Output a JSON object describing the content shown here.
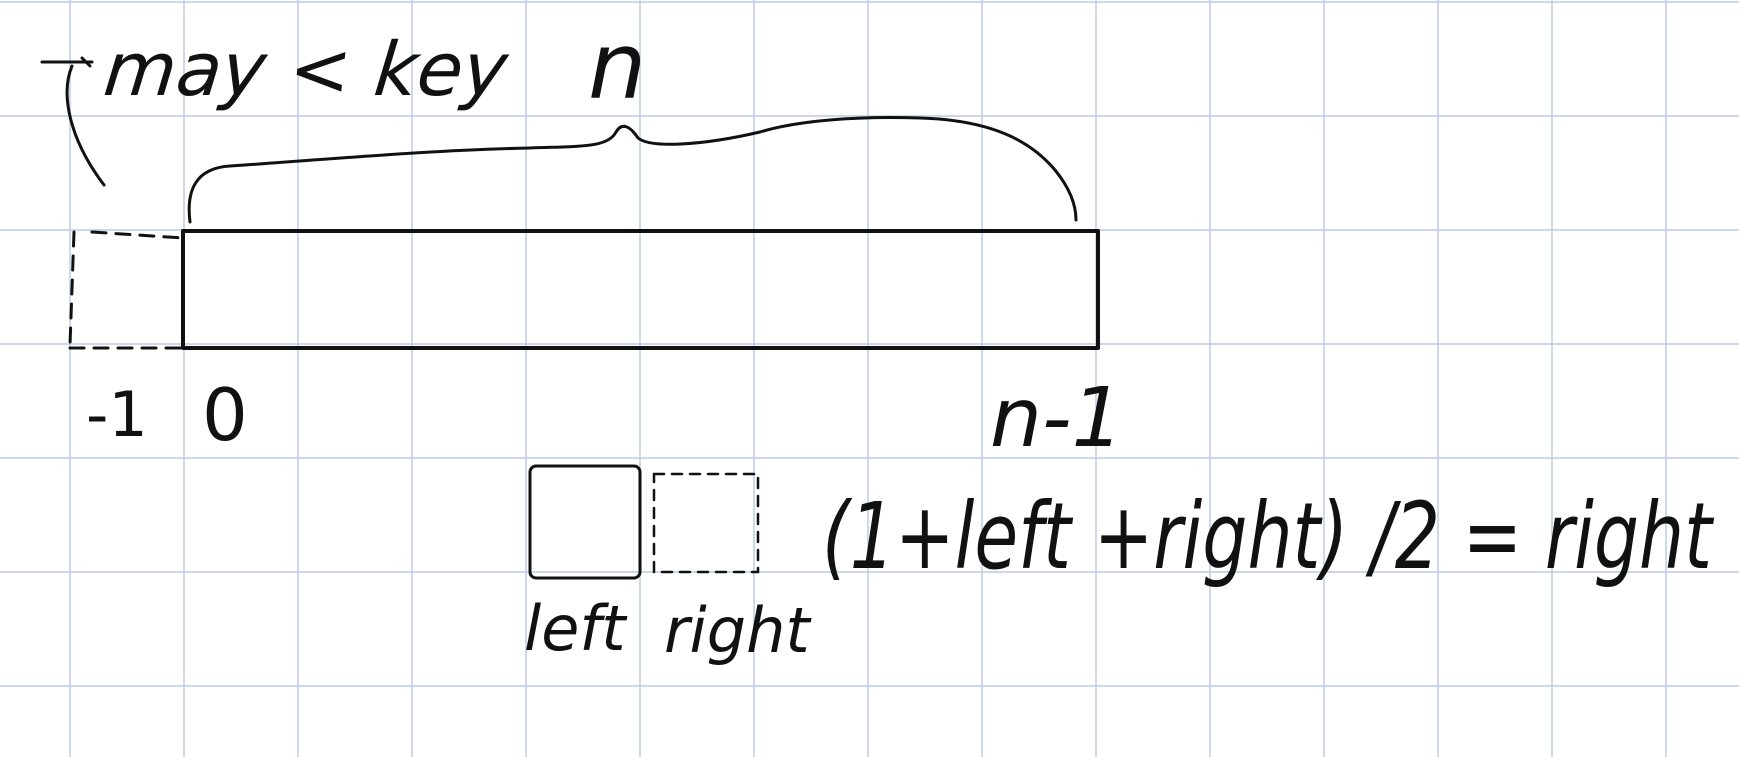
{
  "labels": {
    "top_note": "may < key",
    "brace_label": "n",
    "index_minus_one": "-1",
    "index_zero": "0",
    "index_last": "n-1",
    "left_box": "left",
    "right_box": "right",
    "formula": "(1+left +right) /2 = right"
  },
  "colors": {
    "ink": "#111111",
    "grid": "#b9cbe3",
    "paper": "#ffffff"
  }
}
